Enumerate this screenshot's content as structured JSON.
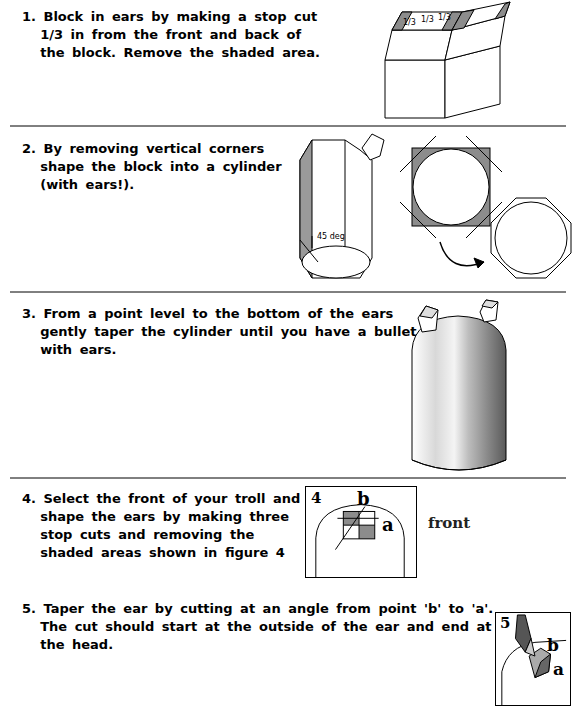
{
  "diagram": {
    "nodes": [
      {
        "text": [
          "4",
          "b",
          "a"
        ]
      },
      {
        "text": [
          "5",
          "b",
          "a"
        ]
      }
    ],
    "labels": [
      "1. Block in ears by making a stop cut 1/3 in from the front and back of the block. Remove the shaded area.",
      "2. By removing vertical corners shape the block into a cylinder (with ears!).",
      "3. From a point level to the bottom of the ears gently taper the cylinder until you have a bullet with ears.",
      "4. Select the front of your troll and shape the ears by making three stop cuts and removing the shaded areas shown in figure 4",
      "5. Taper the ear by cutting at an angle from point 'b' to 'a'. The cut should start at the outside of the ear and end at the head.",
      "1/3",
      "1/3",
      "1/3",
      "45 deg",
      "front"
    ]
  }
}
